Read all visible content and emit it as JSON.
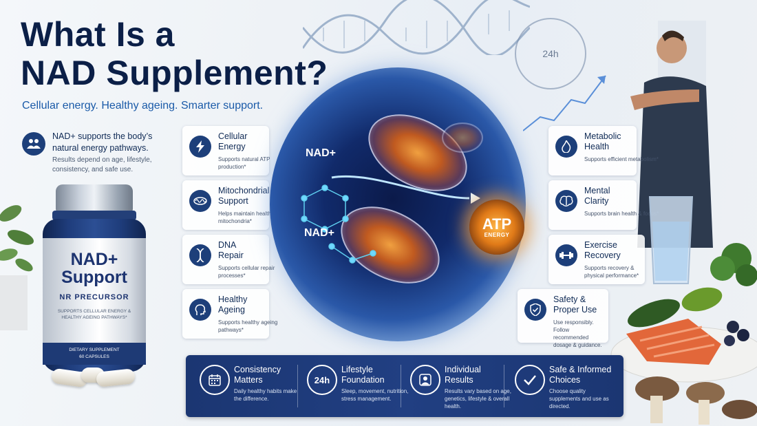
{
  "title": {
    "line1": "What Is a",
    "line2": "NAD Supplement?"
  },
  "subtitle": "Cellular energy. Healthy ageing. Smarter support.",
  "intro": {
    "text": "NAD+ supports the body’s natural energy pathways.",
    "note": "Results depend on age, lifestyle, consistency, and safe use.",
    "icon": "people-icon"
  },
  "bottle": {
    "name_line1": "NAD+",
    "name_line2": "Support",
    "sub": "NR PRECURSOR",
    "claim": "SUPPORTS CELLULAR ENERGY & HEALTHY AGEING PATHWAYS*",
    "band_line1": "DIETARY SUPPLEMENT",
    "band_line2": "60 CAPSULES"
  },
  "left_cards": [
    {
      "title_1": "Cellular",
      "title_2": "Energy",
      "desc": "Supports natural ATP production*",
      "icon": "lightning-icon"
    },
    {
      "title_1": "Mitochondrial",
      "title_2": "Support",
      "desc": "Helps maintain healthy mitochondria*",
      "icon": "mitochondria-icon"
    },
    {
      "title_1": "DNA",
      "title_2": "Repair",
      "desc": "Supports cellular repair processes*",
      "icon": "dna-icon"
    },
    {
      "title_1": "Healthy",
      "title_2": "Ageing",
      "desc": "Supports healthy ageing pathways*",
      "icon": "head-profile-icon"
    }
  ],
  "right_cards": [
    {
      "title_1": "Metabolic",
      "title_2": "Health",
      "desc": "Supports efficient metabolism*",
      "icon": "flame-icon"
    },
    {
      "title_1": "Mental",
      "title_2": "Clarity",
      "desc": "Supports brain health & focus*",
      "icon": "brain-icon"
    },
    {
      "title_1": "Exercise",
      "title_2": "Recovery",
      "desc": "Supports recovery & physical performance*",
      "icon": "dumbbell-icon"
    },
    {
      "title_1": "Safety &",
      "title_2": "Proper Use",
      "desc": "Use responsibly. Follow recommended dosage & guidance.",
      "icon": "shield-check-icon"
    }
  ],
  "cell": {
    "nad_top": "NAD+",
    "nad_bottom": "NAD+",
    "atp": "ATP",
    "energy": "ENERGY"
  },
  "clock_text": "24h",
  "bottom": [
    {
      "title_1": "Consistency",
      "title_2": "Matters",
      "desc": "Daily healthy habits make the difference.",
      "icon": "calendar-icon"
    },
    {
      "title_1": "Lifestyle",
      "title_2": "Foundation",
      "desc": "Sleep, movement, nutrition, stress management.",
      "icon": "24h-cycle-icon",
      "icon_text": "24h"
    },
    {
      "title_1": "Individual",
      "title_2": "Results",
      "desc": "Results vary based on age, genetics, lifestyle & overall health.",
      "icon": "person-icon"
    },
    {
      "title_1": "Safe & Informed",
      "title_2": "Choices",
      "desc": "Choose quality supplements and use as directed.",
      "icon": "checkmark-icon"
    }
  ],
  "colors": {
    "navy": "#1d3f7a",
    "title": "#0b1f47",
    "accent": "#1a5aa8",
    "atp": "#e07a18"
  }
}
